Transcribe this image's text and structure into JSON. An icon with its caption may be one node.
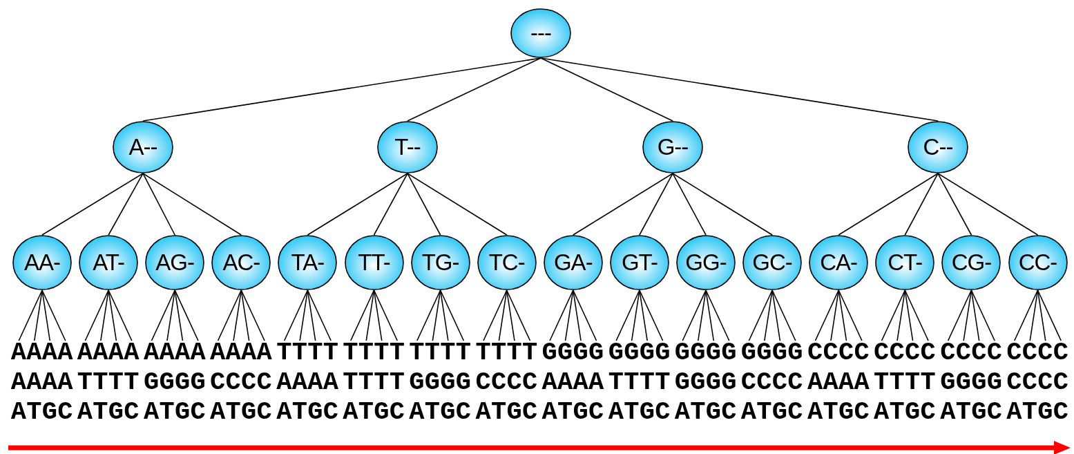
{
  "diagram": {
    "nodes": [
      {
        "text": [
          "---"
        ]
      },
      {
        "text": [
          "A--"
        ]
      },
      {
        "text": [
          "T--"
        ]
      },
      {
        "text": [
          "G--"
        ]
      },
      {
        "text": [
          "C--"
        ]
      },
      {
        "text": [
          "AA-"
        ]
      },
      {
        "text": [
          "AT-"
        ]
      },
      {
        "text": [
          "AG-"
        ]
      },
      {
        "text": [
          "AC-"
        ]
      },
      {
        "text": [
          "TA-"
        ]
      },
      {
        "text": [
          "TT-"
        ]
      },
      {
        "text": [
          "TG-"
        ]
      },
      {
        "text": [
          "TC-"
        ]
      },
      {
        "text": [
          "GA-"
        ]
      },
      {
        "text": [
          "GT-"
        ]
      },
      {
        "text": [
          "GG-"
        ]
      },
      {
        "text": [
          "GC-"
        ]
      },
      {
        "text": [
          "CA-"
        ]
      },
      {
        "text": [
          "CT-"
        ]
      },
      {
        "text": [
          "CG-"
        ]
      },
      {
        "text": [
          "CC-"
        ]
      },
      {
        "text": [
          "A A A"
        ]
      },
      {
        "text": [
          "A A T"
        ]
      },
      {
        "text": [
          "A A G"
        ]
      },
      {
        "text": [
          "A A C"
        ]
      },
      {
        "text": [
          "A T A"
        ]
      },
      {
        "text": [
          "A T T"
        ]
      },
      {
        "text": [
          "A T G"
        ]
      },
      {
        "text": [
          "A T C"
        ]
      },
      {
        "text": [
          "A G A"
        ]
      },
      {
        "text": [
          "A G T"
        ]
      },
      {
        "text": [
          "A G G"
        ]
      },
      {
        "text": [
          "A G C"
        ]
      },
      {
        "text": [
          "A C A"
        ]
      },
      {
        "text": [
          "A C T"
        ]
      },
      {
        "text": [
          "A C G"
        ]
      },
      {
        "text": [
          "A C C"
        ]
      },
      {
        "text": [
          "T A A"
        ]
      },
      {
        "text": [
          "T A T"
        ]
      },
      {
        "text": [
          "T A G"
        ]
      },
      {
        "text": [
          "T A C"
        ]
      },
      {
        "text": [
          "T T A"
        ]
      },
      {
        "text": [
          "T T T"
        ]
      },
      {
        "text": [
          "T T G"
        ]
      },
      {
        "text": [
          "T T C"
        ]
      },
      {
        "text": [
          "T G A"
        ]
      },
      {
        "text": [
          "T G T"
        ]
      },
      {
        "text": [
          "T G G"
        ]
      },
      {
        "text": [
          "T G C"
        ]
      },
      {
        "text": [
          "T C A"
        ]
      },
      {
        "text": [
          "T C T"
        ]
      },
      {
        "text": [
          "T C G"
        ]
      },
      {
        "text": [
          "T C C"
        ]
      },
      {
        "text": [
          "G A A"
        ]
      },
      {
        "text": [
          "G A T"
        ]
      },
      {
        "text": [
          "G A G"
        ]
      },
      {
        "text": [
          "G A C"
        ]
      },
      {
        "text": [
          "G T A"
        ]
      },
      {
        "text": [
          "G T T"
        ]
      },
      {
        "text": [
          "G T G"
        ]
      },
      {
        "text": [
          "G T C"
        ]
      },
      {
        "text": [
          "G G A"
        ]
      },
      {
        "text": [
          "G G T"
        ]
      },
      {
        "text": [
          "G G G"
        ]
      },
      {
        "text": [
          "G G C"
        ]
      },
      {
        "text": [
          "G C A"
        ]
      },
      {
        "text": [
          "G C T"
        ]
      },
      {
        "text": [
          "G C G"
        ]
      },
      {
        "text": [
          "G C C"
        ]
      },
      {
        "text": [
          "C A A"
        ]
      },
      {
        "text": [
          "C A T"
        ]
      },
      {
        "text": [
          "C A G"
        ]
      },
      {
        "text": [
          "C A C"
        ]
      },
      {
        "text": [
          "C T A"
        ]
      },
      {
        "text": [
          "C T T"
        ]
      },
      {
        "text": [
          "C T G"
        ]
      },
      {
        "text": [
          "C T C"
        ]
      },
      {
        "text": [
          "C G A"
        ]
      },
      {
        "text": [
          "C G T"
        ]
      },
      {
        "text": [
          "C G G"
        ]
      },
      {
        "text": [
          "C G C"
        ]
      },
      {
        "text": [
          "C C A"
        ]
      },
      {
        "text": [
          "C C T"
        ]
      },
      {
        "text": [
          "C C G"
        ]
      },
      {
        "text": [
          "C C C"
        ]
      }
    ],
    "edges": [
      {
        "from": 0,
        "to": 1,
        "arrow": "none"
      },
      {
        "from": 0,
        "to": 2,
        "arrow": "none"
      },
      {
        "from": 0,
        "to": 3,
        "arrow": "none"
      },
      {
        "from": 0,
        "to": 4,
        "arrow": "none"
      },
      {
        "from": 1,
        "to": 5,
        "arrow": "none"
      },
      {
        "from": 1,
        "to": 6,
        "arrow": "none"
      },
      {
        "from": 1,
        "to": 7,
        "arrow": "none"
      },
      {
        "from": 1,
        "to": 8,
        "arrow": "none"
      },
      {
        "from": 2,
        "to": 9,
        "arrow": "none"
      },
      {
        "from": 2,
        "to": 10,
        "arrow": "none"
      },
      {
        "from": 2,
        "to": 11,
        "arrow": "none"
      },
      {
        "from": 2,
        "to": 12,
        "arrow": "none"
      },
      {
        "from": 3,
        "to": 13,
        "arrow": "none"
      },
      {
        "from": 3,
        "to": 14,
        "arrow": "none"
      },
      {
        "from": 3,
        "to": 15,
        "arrow": "none"
      },
      {
        "from": 3,
        "to": 16,
        "arrow": "none"
      },
      {
        "from": 4,
        "to": 17,
        "arrow": "none"
      },
      {
        "from": 4,
        "to": 18,
        "arrow": "none"
      },
      {
        "from": 4,
        "to": 19,
        "arrow": "none"
      },
      {
        "from": 4,
        "to": 20,
        "arrow": "none"
      },
      {
        "from": 5,
        "to": 21,
        "arrow": "none"
      },
      {
        "from": 5,
        "to": 22,
        "arrow": "none"
      },
      {
        "from": 5,
        "to": 23,
        "arrow": "none"
      },
      {
        "from": 5,
        "to": 24,
        "arrow": "none"
      },
      {
        "from": 6,
        "to": 25,
        "arrow": "none"
      },
      {
        "from": 6,
        "to": 26,
        "arrow": "none"
      },
      {
        "from": 6,
        "to": 27,
        "arrow": "none"
      },
      {
        "from": 6,
        "to": 28,
        "arrow": "none"
      },
      {
        "from": 7,
        "to": 29,
        "arrow": "none"
      },
      {
        "from": 7,
        "to": 30,
        "arrow": "none"
      },
      {
        "from": 7,
        "to": 31,
        "arrow": "none"
      },
      {
        "from": 7,
        "to": 32,
        "arrow": "none"
      },
      {
        "from": 8,
        "to": 33,
        "arrow": "none"
      },
      {
        "from": 8,
        "to": 34,
        "arrow": "none"
      },
      {
        "from": 8,
        "to": 35,
        "arrow": "none"
      },
      {
        "from": 8,
        "to": 36,
        "arrow": "none"
      },
      {
        "from": 9,
        "to": 37,
        "arrow": "none"
      },
      {
        "from": 9,
        "to": 38,
        "arrow": "none"
      },
      {
        "from": 9,
        "to": 39,
        "arrow": "none"
      },
      {
        "from": 9,
        "to": 40,
        "arrow": "none"
      },
      {
        "from": 10,
        "to": 41,
        "arrow": "none"
      },
      {
        "from": 10,
        "to": 42,
        "arrow": "none"
      },
      {
        "from": 10,
        "to": 43,
        "arrow": "none"
      },
      {
        "from": 10,
        "to": 44,
        "arrow": "none"
      },
      {
        "from": 11,
        "to": 45,
        "arrow": "none"
      },
      {
        "from": 11,
        "to": 46,
        "arrow": "none"
      },
      {
        "from": 11,
        "to": 47,
        "arrow": "none"
      },
      {
        "from": 11,
        "to": 48,
        "arrow": "none"
      },
      {
        "from": 12,
        "to": 49,
        "arrow": "none"
      },
      {
        "from": 12,
        "to": 50,
        "arrow": "none"
      },
      {
        "from": 12,
        "to": 51,
        "arrow": "none"
      },
      {
        "from": 12,
        "to": 52,
        "arrow": "none"
      },
      {
        "from": 13,
        "to": 53,
        "arrow": "none"
      },
      {
        "from": 13,
        "to": 54,
        "arrow": "none"
      },
      {
        "from": 13,
        "to": 55,
        "arrow": "none"
      },
      {
        "from": 13,
        "to": 56,
        "arrow": "none"
      },
      {
        "from": 14,
        "to": 57,
        "arrow": "none"
      },
      {
        "from": 14,
        "to": 58,
        "arrow": "none"
      },
      {
        "from": 14,
        "to": 59,
        "arrow": "none"
      },
      {
        "from": 14,
        "to": 60,
        "arrow": "none"
      },
      {
        "from": 15,
        "to": 61,
        "arrow": "none"
      },
      {
        "from": 15,
        "to": 62,
        "arrow": "none"
      },
      {
        "from": 15,
        "to": 63,
        "arrow": "none"
      },
      {
        "from": 15,
        "to": 64,
        "arrow": "none"
      },
      {
        "from": 16,
        "to": 65,
        "arrow": "none"
      },
      {
        "from": 16,
        "to": 66,
        "arrow": "none"
      },
      {
        "from": 16,
        "to": 67,
        "arrow": "none"
      },
      {
        "from": 16,
        "to": 68,
        "arrow": "none"
      },
      {
        "from": 17,
        "to": 69,
        "arrow": "none"
      },
      {
        "from": 17,
        "to": 70,
        "arrow": "none"
      },
      {
        "from": 17,
        "to": 71,
        "arrow": "none"
      },
      {
        "from": 17,
        "to": 72,
        "arrow": "none"
      },
      {
        "from": 18,
        "to": 73,
        "arrow": "none"
      },
      {
        "from": 18,
        "to": 74,
        "arrow": "none"
      },
      {
        "from": 18,
        "to": 75,
        "arrow": "none"
      },
      {
        "from": 18,
        "to": 76,
        "arrow": "none"
      },
      {
        "from": 19,
        "to": 77,
        "arrow": "none"
      },
      {
        "from": 19,
        "to": 78,
        "arrow": "none"
      },
      {
        "from": 19,
        "to": 79,
        "arrow": "none"
      },
      {
        "from": 19,
        "to": 80,
        "arrow": "none"
      },
      {
        "from": 20,
        "to": 81,
        "arrow": "none"
      },
      {
        "from": 20,
        "to": 82,
        "arrow": "none"
      },
      {
        "from": 20,
        "to": 83,
        "arrow": "none"
      },
      {
        "from": 20,
        "to": 84,
        "arrow": "none"
      }
    ]
  }
}
